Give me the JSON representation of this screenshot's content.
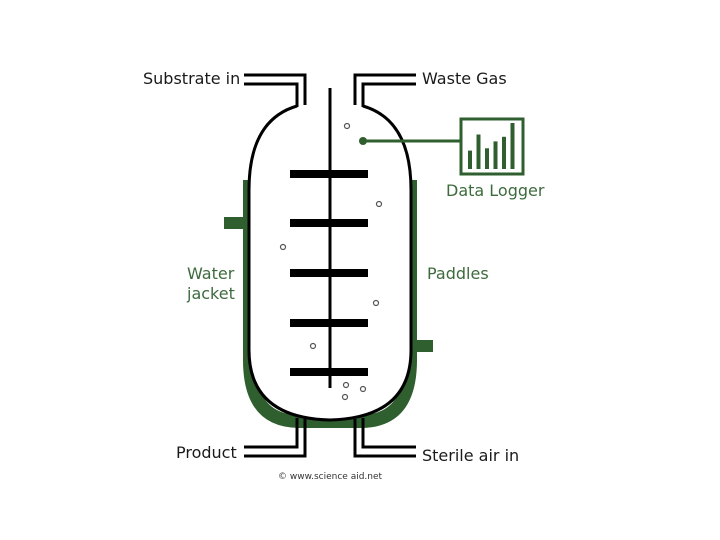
{
  "colors": {
    "outline": "#000000",
    "accent": "#2f5e2f",
    "accent_text": "#3d6b3d",
    "background": "#ffffff"
  },
  "labels": {
    "substrate_in": "Substrate in",
    "waste_gas": "Waste Gas",
    "data_logger": "Data Logger",
    "water": "Water",
    "jacket": "jacket",
    "paddles": "Paddles",
    "product": "Product",
    "sterile_air_in": "Sterile air in"
  },
  "credit": "© www.science aid.net",
  "icons": {
    "data_logger": "bar-chart-icon"
  },
  "logger_bars": [
    0.4,
    0.75,
    0.45,
    0.6,
    0.7,
    1.0
  ]
}
